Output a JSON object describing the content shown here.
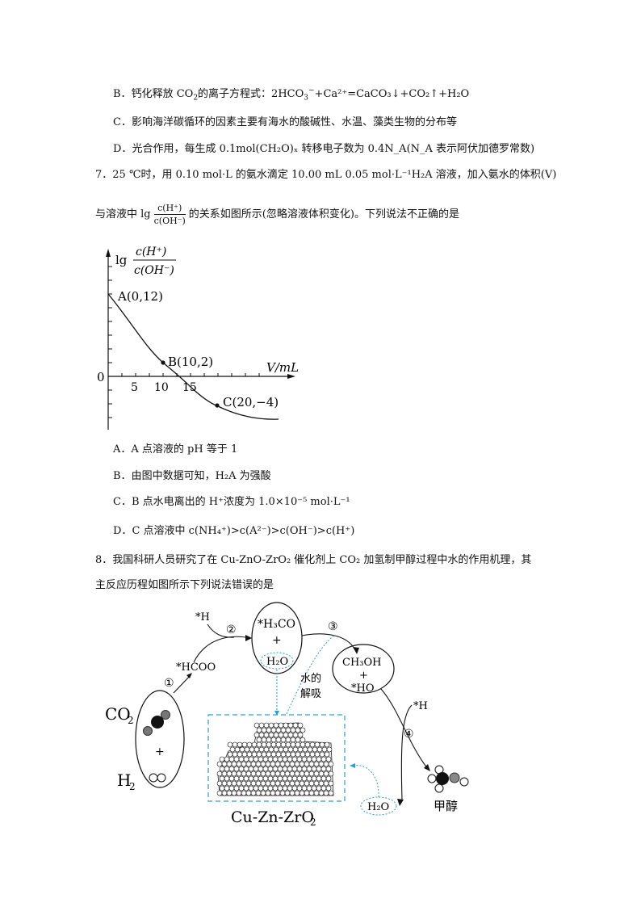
{
  "q6_options": {
    "B": {
      "label": "B．",
      "text_pre": "钙化释放 CO",
      "text_sub": "2",
      "text_mid": "的离子方程式：2HCO",
      "ion_sup": "−",
      "ion_sub": "3",
      "text_post": "+Ca²⁺=CaCO₃↓+CO₂↑+H₂O"
    },
    "C": {
      "label": "C．",
      "text": "影响海洋碳循环的因素主要有海水的酸碱性、水温、藻类生物的分布等"
    },
    "D": {
      "label": "D．",
      "text": "光合作用，每生成 0.1mol(CH₂O)ₓ 转移电子数为 0.4N_A(N_A 表示阿伏加德罗常数)"
    }
  },
  "q7": {
    "stem_line1": "7．25 ℃时，用 0.10 mol·L 的氨水滴定 10.00 mL 0.05 mol·L⁻¹H₂A 溶液，加入氨水的体积(V)",
    "stem_line2_pre": "与溶液中 lg",
    "frac_num": "c(H⁺)",
    "frac_den": "c(OH⁻)",
    "stem_line2_post": "的关系如图所示(忽略溶液体积变化)。下列说法不正确的是",
    "options": [
      {
        "label": "A．",
        "text": "A 点溶液的 pH 等于 1"
      },
      {
        "label": "B．",
        "text": "由图中数据可知，H₂A 为强酸"
      },
      {
        "label": "C．",
        "text": "B 点水电离出的 H⁺浓度为 1.0×10⁻⁵ mol·L⁻¹"
      },
      {
        "label": "D．",
        "text": "C 点溶液中 c(NH₄⁺)>c(A²⁻)>c(OH⁻)>c(H⁺)"
      }
    ]
  },
  "chart_data": {
    "type": "line",
    "title": "",
    "ylabel": "lg c(H⁺)/c(OH⁻)",
    "ylabel_num": "c(H⁺)",
    "ylabel_den": "c(OH⁻)",
    "xlabel": "V/mL",
    "origin_label": "0",
    "x_ticks": [
      "5",
      "10",
      "15"
    ],
    "points": [
      {
        "label": "A(0,12)",
        "x": 0,
        "y": 12
      },
      {
        "label": "B(10,2)",
        "x": 10,
        "y": 2
      },
      {
        "label": "C(20,-4)",
        "x": 20,
        "y": -4
      }
    ],
    "curve": [
      [
        0,
        12
      ],
      [
        5,
        6.5
      ],
      [
        10,
        2
      ],
      [
        12.5,
        0
      ],
      [
        15,
        -1.6
      ],
      [
        20,
        -4
      ],
      [
        25,
        -5.2
      ],
      [
        30,
        -5.5
      ]
    ],
    "labels": {
      "A": "A(0,12)",
      "B": "B(10,2)",
      "C": "C(20,−4)"
    },
    "xlim": [
      0,
      32
    ],
    "ylim": [
      -6,
      16
    ],
    "grid": false
  },
  "q8": {
    "stem_line1": "8．我国科研人员研究了在 Cu-ZnO-ZrO₂ 催化剂上 CO₂ 加氢制甲醇过程中水的作用机理，其",
    "stem_line2": "主反应历程如图所示下列说法错误的是",
    "diagram": {
      "co2": "CO",
      "co2_sub": "2",
      "h2": "H",
      "h2_sub": "2",
      "plus": "+",
      "step1": "①",
      "step2": "②",
      "step3": "③",
      "step4": "④",
      "hcoo": "*HCOO",
      "h_star_1": "*H",
      "h_star_2": "*H",
      "h3co": "*H₃CO",
      "h2o_in_oval": "H₂O",
      "ch3oh": "CH₃OH",
      "ho_star": "*HO",
      "water_desorb_1": "水的",
      "water_desorb_2": "解吸",
      "catalyst": "Cu-Zn-ZrO",
      "catalyst_sub": "2",
      "h2o_out": "H₂O",
      "methanol": "甲醇",
      "dash_color": "#2a9fd0"
    }
  }
}
